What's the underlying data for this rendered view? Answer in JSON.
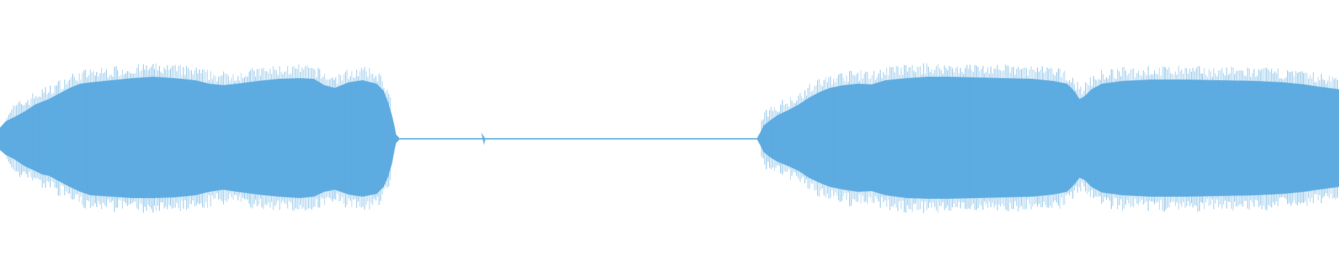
{
  "waveform": {
    "color": "#5dabe1",
    "background": "#ffffff",
    "segments": [
      {
        "start": 0.0,
        "end": 0.295,
        "kind": "sound"
      },
      {
        "start": 0.295,
        "end": 0.566,
        "kind": "silence"
      },
      {
        "start": 0.566,
        "end": 1.0,
        "kind": "sound"
      }
    ]
  }
}
